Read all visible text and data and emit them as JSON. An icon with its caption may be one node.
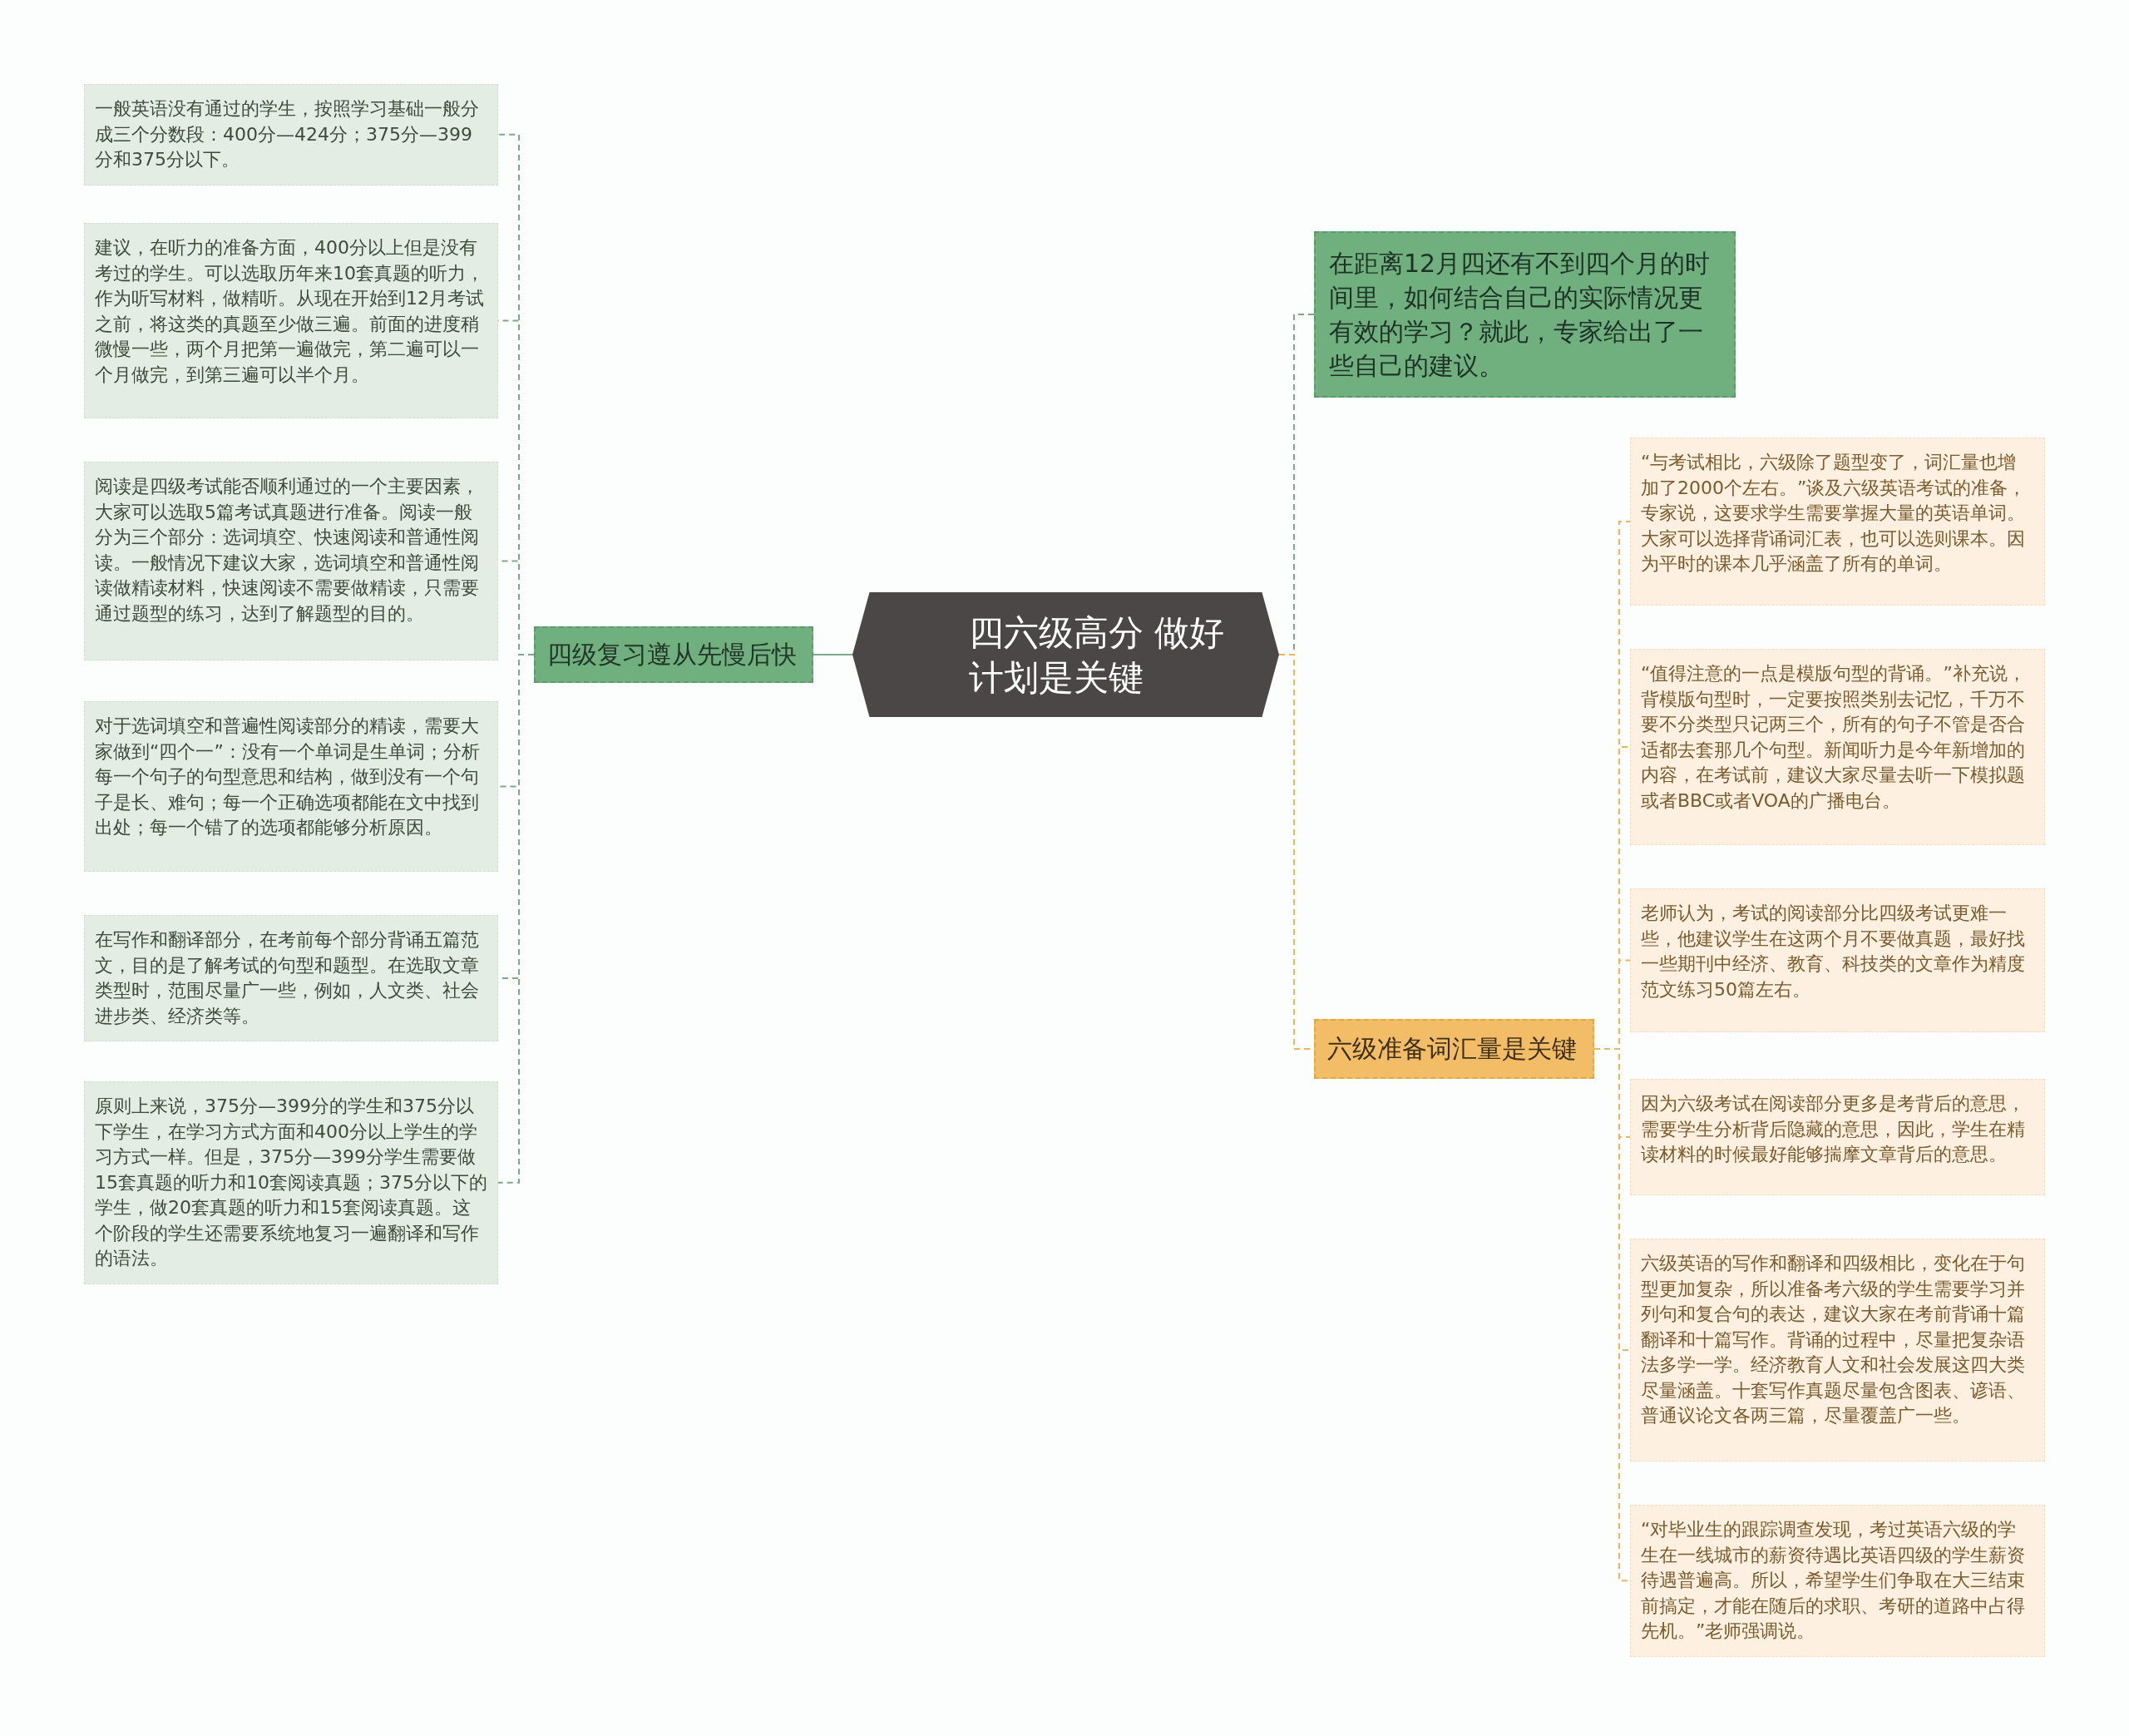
{
  "diagram": {
    "nodes": [
      {
        "text": [
          "四六级高分 做好计划是关键"
        ]
      },
      {
        "text": [
          "四级复习遵从先慢后快"
        ]
      },
      {
        "text": [
          "一般英语没有通过的学生，按照学习基础一般分成三个分数段：400分—424分；375分—399分和375分以下。"
        ]
      },
      {
        "text": [
          "建议，在听力的准备方面，400分以上但是没有考过的学生。可以选取历年来10套真题的听力，作为听写材料，做精听。从现在开始到12月考试之前，将这类的真题至少做三遍。前面的进度稍微慢一些，两个月把第一遍做完，第二遍可以一个月做完，到第三遍可以半个月。"
        ]
      },
      {
        "text": [
          "阅读是四级考试能否顺利通过的一个主要因素，大家可以选取5篇考试真题进行准备。阅读一般分为三个部分：选词填空、快速阅读和普通性阅读。一般情况下建议大家，选词填空和普通性阅读做精读材料，快速阅读不需要做精读，只需要通过题型的练习，达到了解题型的目的。"
        ]
      },
      {
        "text": [
          "对于选词填空和普遍性阅读部分的精读，需要大家做到“四个一”：没有一个单词是生单词；分析每一个句子的句型意思和结构，做到没有一个句子是长、难句；每一个正确选项都能在文中找到出处；每一个错了的选项都能够分析原因。"
        ]
      },
      {
        "text": [
          "在写作和翻译部分，在考前每个部分背诵五篇范文，目的是了解考试的句型和题型。在选取文章类型时，范围尽量广一些，例如，人文类、社会进步类、经济类等。"
        ]
      },
      {
        "text": [
          "原则上来说，375分—399分的学生和375分以下学生，在学习方式方面和400分以上学生的学习方式一样。但是，375分—399分学生需要做15套真题的听力和10套阅读真题；375分以下的学生，做20套真题的听力和15套阅读真题。这个阶段的学生还需要系统地复习一遍翻译和写作的语法。"
        ]
      },
      {
        "text": [
          "在距离12月四还有不到四个月的时间里，如何结合自己的实际情况更有效的学习？就此，专家给出了一些自己的建议。"
        ]
      },
      {
        "text": [
          "六级准备词汇量是关键"
        ]
      },
      {
        "text": [
          "“与考试相比，六级除了题型变了，词汇量也增加了2000个左右。”谈及六级英语考试的准备，专家说，这要求学生需要掌握大量的英语单词。大家可以选择背诵词汇表，也可以选则课本。因为平时的课本几乎涵盖了所有的单词。"
        ]
      },
      {
        "text": [
          "“值得注意的一点是模版句型的背诵。”补充说，背模版句型时，一定要按照类别去记忆，千万不要不分类型只记两三个，所有的句子不管是否合适都去套那几个句型。新闻听力是今年新增加的内容，在考试前，建议大家尽量去听一下模拟题或者BBC或者VOA的广播电台。"
        ]
      },
      {
        "text": [
          "老师认为，考试的阅读部分比四级考试更难一些，他建议学生在这两个月不要做真题，最好找一些期刊中经济、教育、科技类的文章作为精度范文练习50篇左右。"
        ]
      },
      {
        "text": [
          "因为六级考试在阅读部分更多是考背后的意思，需要学生分析背后隐藏的意思，因此，学生在精读材料的时候最好能够揣摩文章背后的意思。"
        ]
      },
      {
        "text": [
          "六级英语的写作和翻译和四级相比，变化在于句型更加复杂，所以准备考六级的学生需要学习并列句和复合句的表达，建议大家在考前背诵十篇翻译和十篇写作。背诵的过程中，尽量把复杂语法多学一学。经济教育人文和社会发展这四大类尽量涵盖。十套写作真题尽量包含图表、谚语、普通议论文各两三篇，尽量覆盖广一些。"
        ]
      },
      {
        "text": [
          "“对毕业生的跟踪调查发现，考过英语六级的学生在一线城市的薪资待遇比英语四级的学生薪资待遇普遍高。所以，希望学生们争取在大三结束前搞定，才能在随后的求职、考研的道路中占得先机。”老师强调说。"
        ]
      }
    ],
    "edges": [
      {
        "from": 0,
        "to": 1,
        "arrow": "none"
      },
      {
        "from": 1,
        "to": 2,
        "arrow": "none",
        "style": "dashed"
      },
      {
        "from": 1,
        "to": 3,
        "arrow": "none",
        "style": "dashed"
      },
      {
        "from": 1,
        "to": 4,
        "arrow": "none",
        "style": "dashed"
      },
      {
        "from": 1,
        "to": 5,
        "arrow": "none",
        "style": "dashed"
      },
      {
        "from": 1,
        "to": 6,
        "arrow": "none",
        "style": "dashed"
      },
      {
        "from": 1,
        "to": 7,
        "arrow": "none",
        "style": "dashed"
      },
      {
        "from": 0,
        "to": 8,
        "arrow": "none",
        "style": "dashed"
      },
      {
        "from": 0,
        "to": 9,
        "arrow": "none",
        "style": "dashed",
        "color": "#f0b656"
      },
      {
        "from": 9,
        "to": 10,
        "arrow": "none",
        "style": "dashed",
        "color": "#f0b656"
      },
      {
        "from": 9,
        "to": 11,
        "arrow": "none",
        "style": "dashed",
        "color": "#f0b656"
      },
      {
        "from": 9,
        "to": 12,
        "arrow": "none",
        "style": "dashed",
        "color": "#f0b656"
      },
      {
        "from": 9,
        "to": 13,
        "arrow": "none",
        "style": "dashed",
        "color": "#f0b656"
      },
      {
        "from": 9,
        "to": 14,
        "arrow": "none",
        "style": "dashed",
        "color": "#f0b656"
      },
      {
        "from": 9,
        "to": 15,
        "arrow": "none",
        "style": "dashed",
        "color": "#f0b656"
      }
    ]
  }
}
